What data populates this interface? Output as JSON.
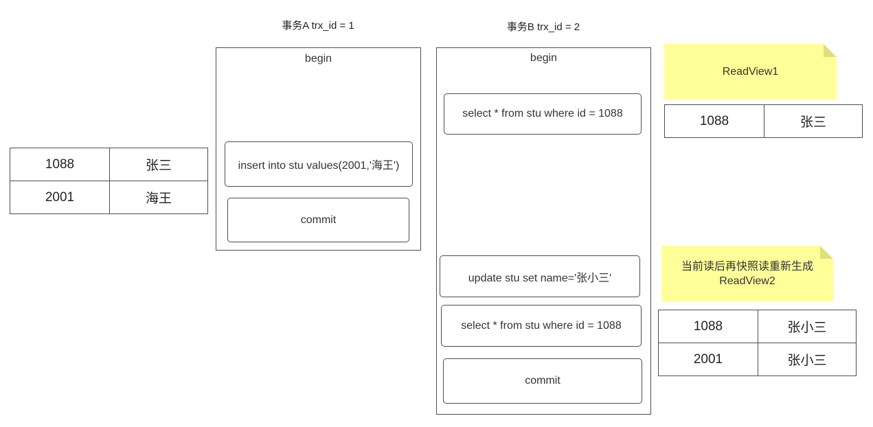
{
  "txA": {
    "title": "事务A trx_id = 1",
    "begin": "begin",
    "insert": "insert into stu values(2001,'海王')",
    "commit": "commit"
  },
  "txB": {
    "title": "事务B trx_id = 2",
    "begin": "begin",
    "select1": "select * from stu where id = 1088",
    "update": "update stu set name='张小三'",
    "select2": "select * from stu where id = 1088",
    "commit": "commit"
  },
  "leftTable": {
    "rows": [
      {
        "id": "1088",
        "name": "张三"
      },
      {
        "id": "2001",
        "name": "海王"
      }
    ]
  },
  "readView1": {
    "label": "ReadView1",
    "rows": [
      {
        "id": "1088",
        "name": "张三"
      }
    ]
  },
  "readView2": {
    "line1": "当前读后再快照读重新生成",
    "line2": "ReadView2",
    "rows": [
      {
        "id": "1088",
        "name": "张小三"
      },
      {
        "id": "2001",
        "name": "张小三"
      }
    ]
  },
  "colors": {
    "note": "#ffff99",
    "noteFold": "#e0e07a",
    "border": "#4d4d4d"
  }
}
